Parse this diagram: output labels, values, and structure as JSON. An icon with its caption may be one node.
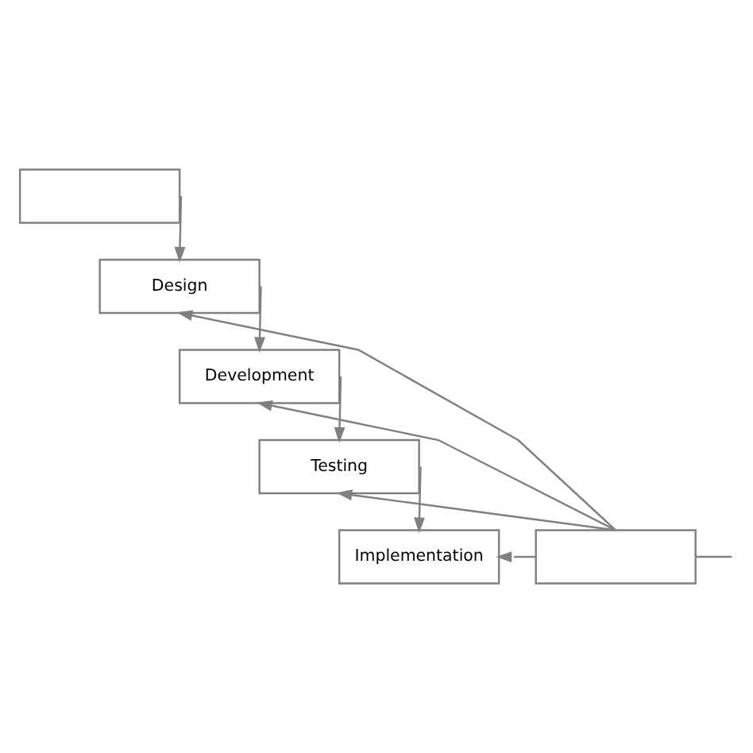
{
  "diagram": {
    "nodes": [
      {
        "text": [],
        "shape": "box"
      },
      {
        "text": [
          "Design"
        ]
      },
      {
        "text": [
          "Development"
        ]
      },
      {
        "text": [
          "Testing"
        ]
      },
      {
        "text": [
          "Implementation"
        ]
      },
      {
        "text": [],
        "shape": "box"
      }
    ],
    "edges": [
      {
        "from": 0,
        "to": 1,
        "arrow": "to"
      },
      {
        "from": 1,
        "to": 2,
        "arrow": "to"
      },
      {
        "from": 2,
        "to": 3,
        "arrow": "to"
      },
      {
        "from": 3,
        "to": 4,
        "arrow": "to"
      },
      {
        "from": 5,
        "to": 4,
        "arrow": "to"
      },
      {
        "from": 5,
        "to": 3,
        "arrow": "to"
      },
      {
        "from": 5,
        "to": 2,
        "arrow": "to"
      },
      {
        "from": 5,
        "to": 1,
        "arrow": "to"
      },
      {
        "from": 5,
        "to": null,
        "arrow": "none"
      }
    ]
  }
}
